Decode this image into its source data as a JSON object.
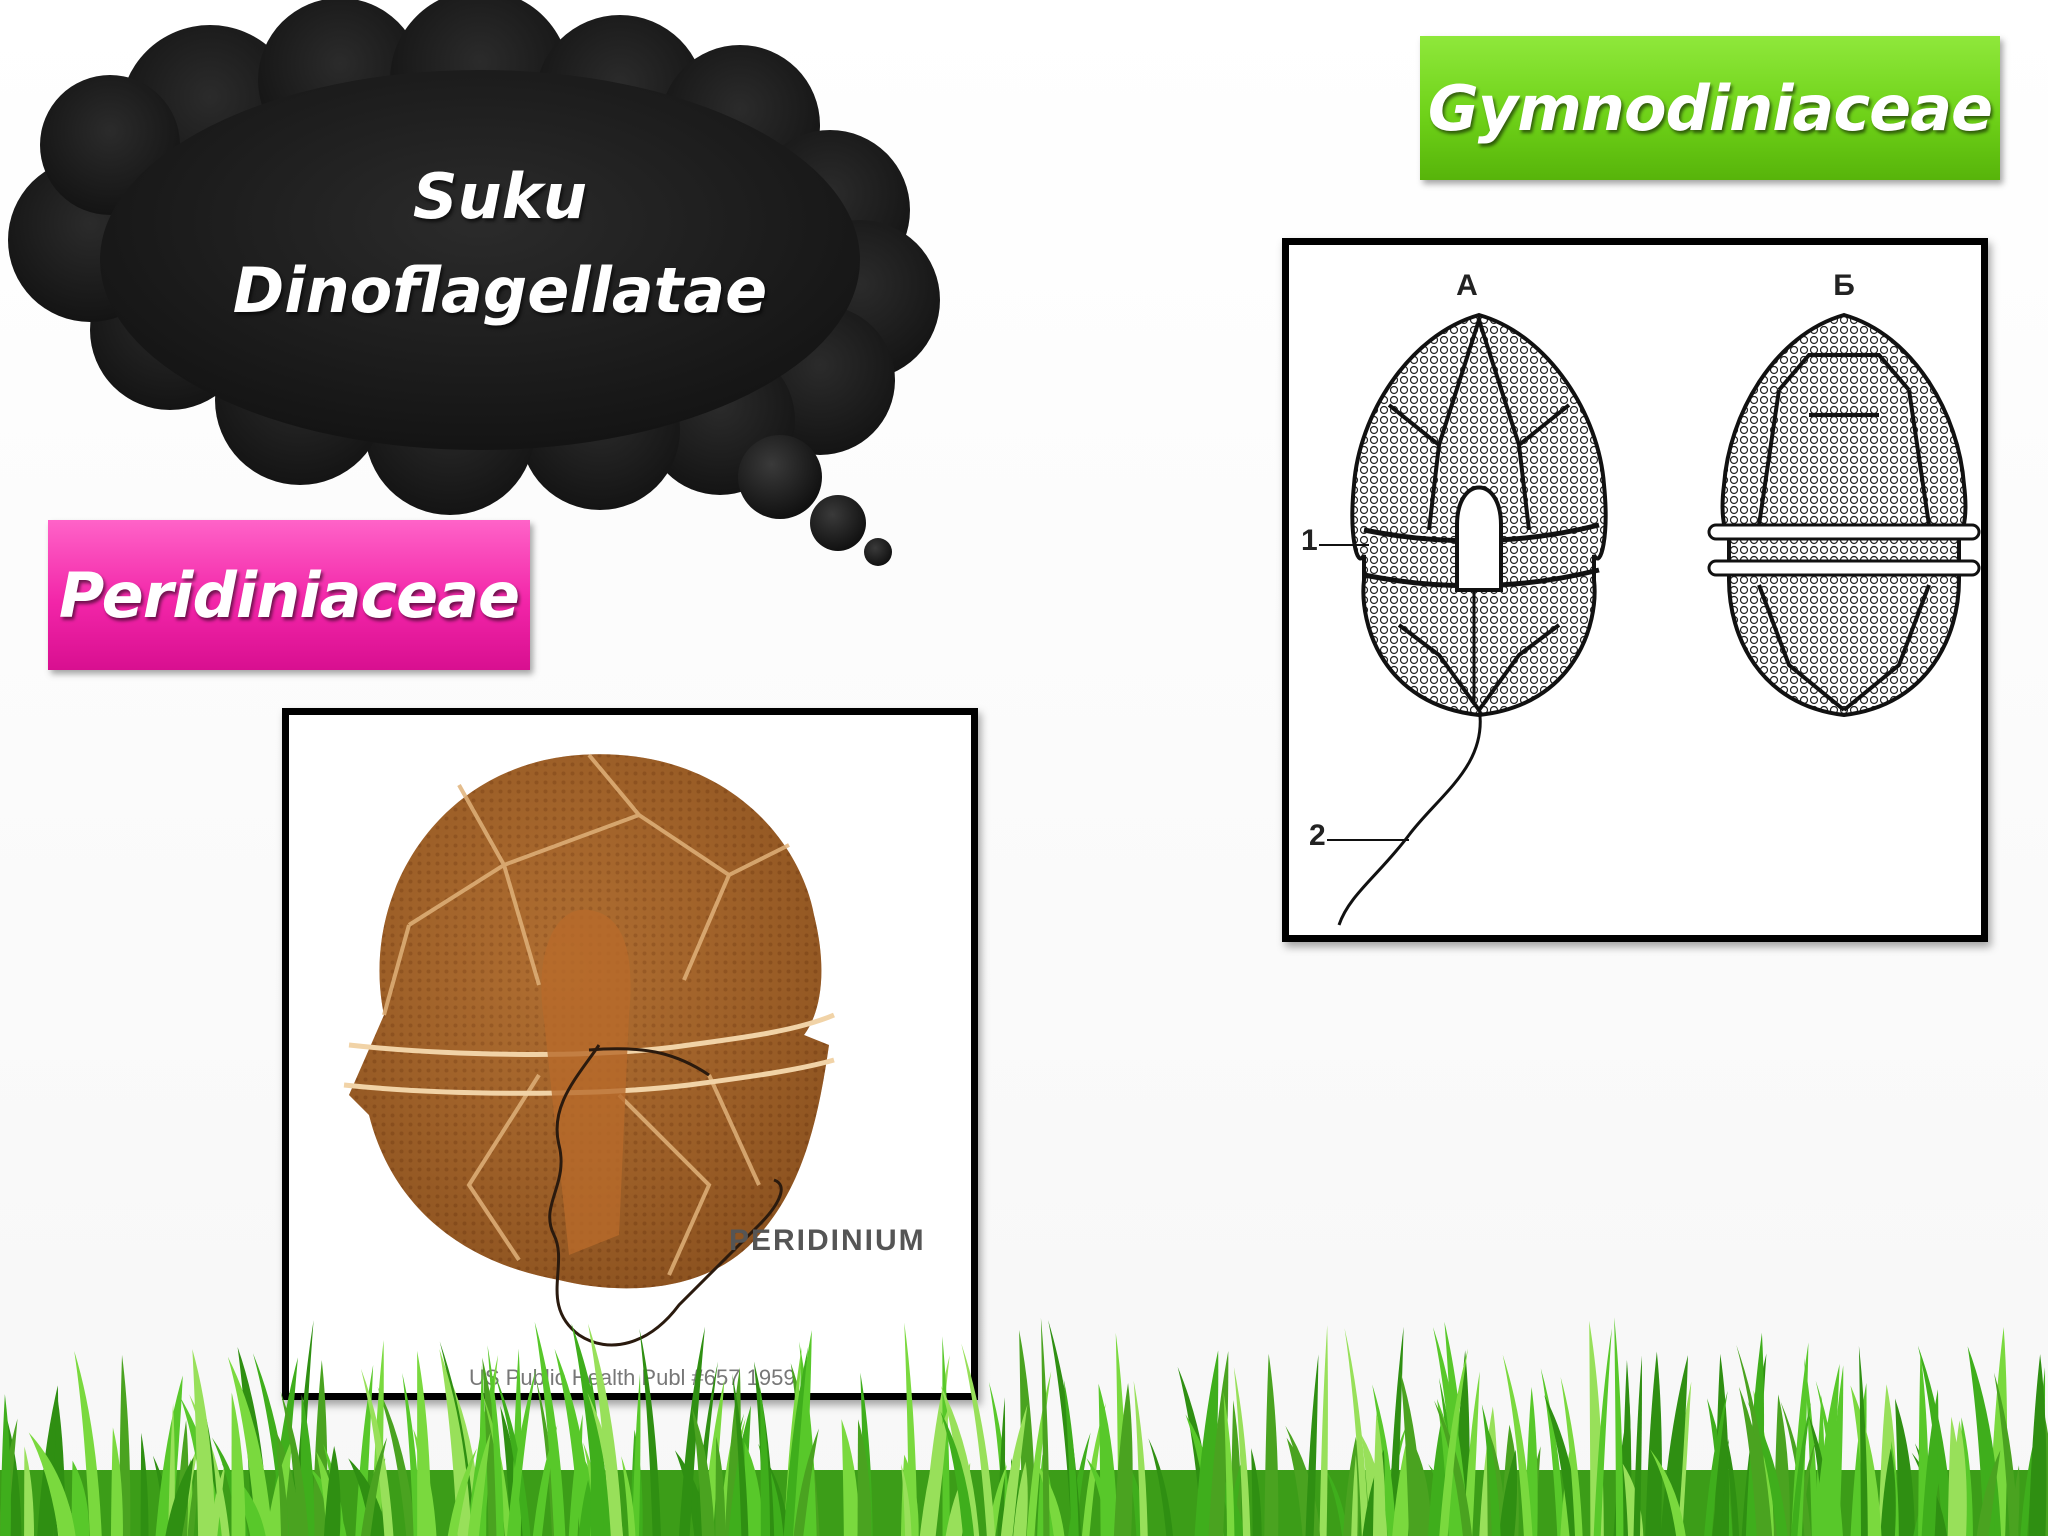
{
  "slide": {
    "title": {
      "line1": "Suku",
      "line2": "Dinoflagellatae"
    },
    "labels": {
      "left": "Peridiniaceae",
      "right": "Gymnodiniaceae"
    },
    "images": {
      "left": {
        "caption": "PERIDINIUM",
        "credit": "US Public Health Publ #657 1959"
      },
      "right": {
        "panel_a": "А",
        "panel_b": "Б",
        "marker_1": "1",
        "marker_2": "2"
      }
    },
    "colors": {
      "cloud": "#1d1d1d",
      "label_left": "#f225a8",
      "label_right": "#6fd219",
      "grass": "#3da418",
      "peridinium": "#a0622a"
    }
  }
}
